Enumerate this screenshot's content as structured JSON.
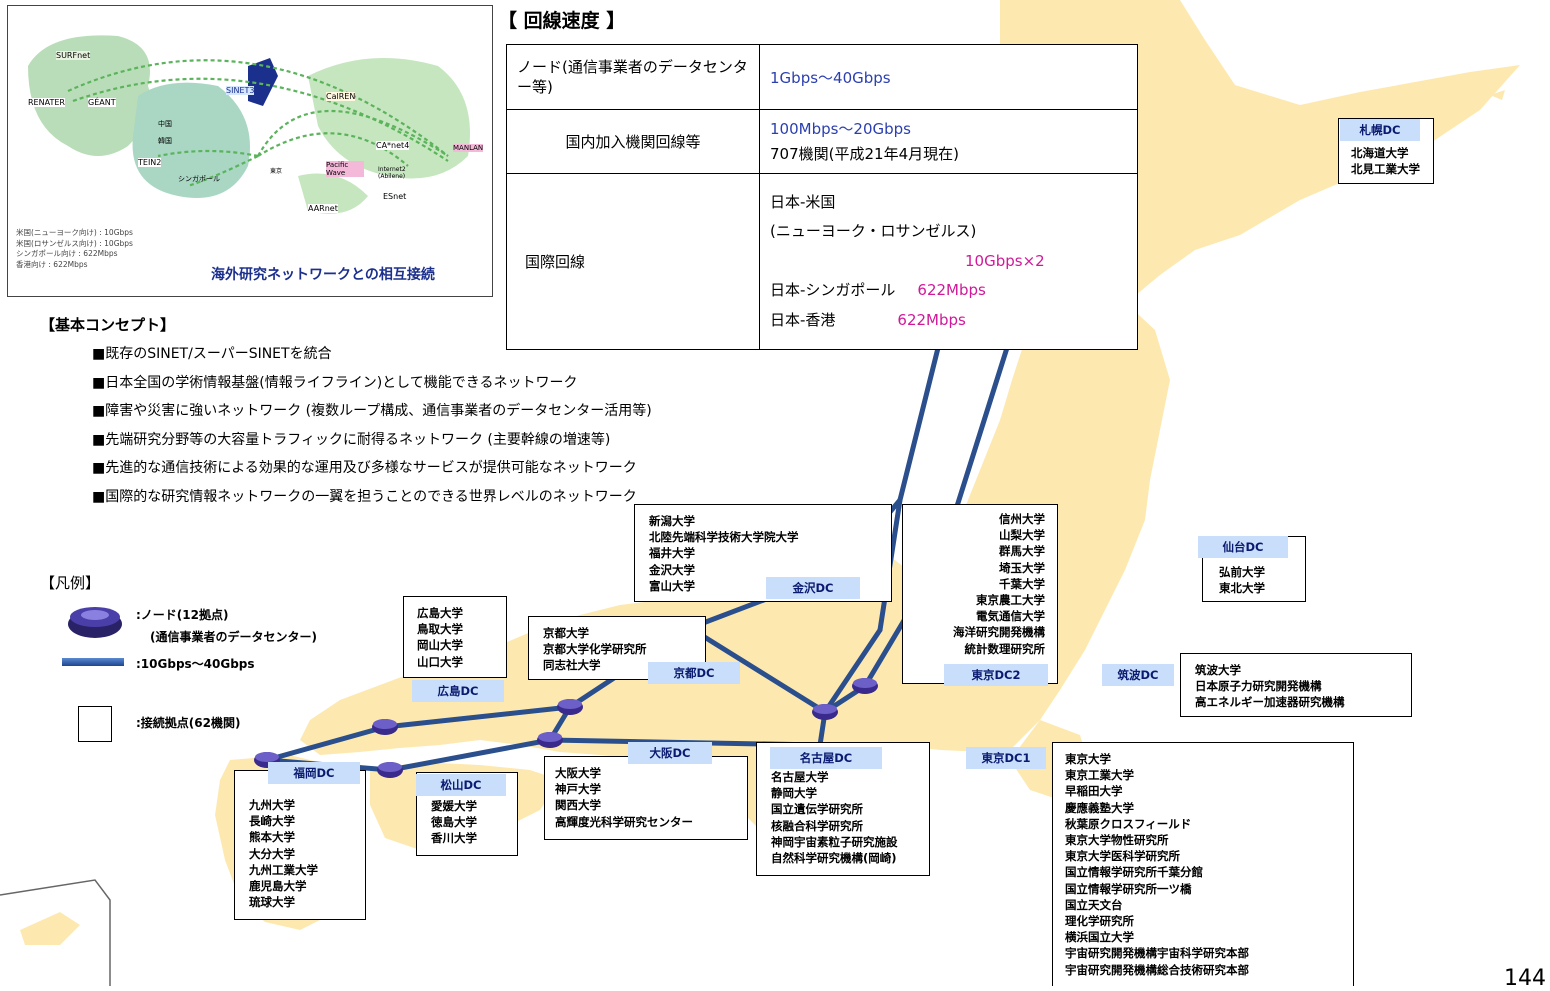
{
  "inset": {
    "labels": [
      "SURFnet",
      "RENATER",
      "GÉANT",
      "SINET3",
      "CalREN",
      "中国",
      "韓国",
      "TEIN2",
      "シンガポール",
      "東京",
      "CA*net4",
      "MANLAN",
      "Pacific Wave",
      "Internet2 (Abilene)",
      "AARnet",
      "ESnet"
    ],
    "link_speeds": [
      "米国(ニューヨーク向け) : 10Gbps",
      "米国(ロサンゼルス向け) : 10Gbps",
      "シンガポール向け : 622Mbps",
      "香港向け : 622Mbps"
    ],
    "caption": "海外研究ネットワークとの相互接続"
  },
  "speed": {
    "title": "【 回線速度 】",
    "rows": [
      {
        "label": "ノード(通信事業者のデータセンター等)",
        "value_lines": [
          "1Gbps〜40Gbps"
        ]
      },
      {
        "label": "国内加入機関回線等",
        "value_lines": [
          "100Mbps〜20Gbps",
          "707機関(平成21年4月現在)"
        ]
      },
      {
        "label": "国際回線",
        "value_lines": [
          "日本-米国",
          "(ニューヨーク・ロサンゼルス)",
          "10Gbps×2",
          "日本-シンガポール",
          "622Mbps",
          "日本-香港",
          "622Mbps"
        ]
      }
    ]
  },
  "concept": {
    "title": "【基本コンセプト】",
    "items": [
      "■既存のSINET/スーパーSINETを統合",
      "■日本全国の学術情報基盤(情報ライフライン)として機能できるネットワーク",
      "■障害や災害に強いネットワーク (複数ループ構成、通信事業者のデータセンター活用等)",
      "■先端研究分野等の大容量トラフィックに耐得るネットワーク (主要幹線の増速等)",
      "■先進的な通信技術による効果的な運用及び多様なサービスが提供可能なネットワーク",
      "■国際的な研究情報ネットワークの一翼を担うことのできる世界レベルのネットワーク"
    ]
  },
  "legend": {
    "title": "【凡例】",
    "node_line1": ":ノード(12拠点)",
    "node_line2": "(通信事業者のデータセンター)",
    "line": ":10Gbps〜40Gbps",
    "site": ":接続拠点(62機関)"
  },
  "dcs": {
    "sapporo": {
      "name": "札幌DC",
      "members": [
        "北海道大学",
        "北見工業大学"
      ]
    },
    "sendai": {
      "name": "仙台DC",
      "members": [
        "弘前大学",
        "東北大学"
      ]
    },
    "tsukuba": {
      "name": "筑波DC",
      "members": [
        "筑波大学",
        "日本原子力研究開発機構",
        "高エネルギー加速器研究機構"
      ]
    },
    "tokyo2": {
      "name": "東京DC2",
      "members": [
        "信州大学",
        "山梨大学",
        "群馬大学",
        "埼玉大学",
        "千葉大学",
        "東京農工大学",
        "電気通信大学",
        "海洋研究開発機構",
        "統計数理研究所"
      ]
    },
    "kanazawa": {
      "name": "金沢DC",
      "members": [
        "新潟大学",
        "北陸先端科学技術大学院大学",
        "福井大学",
        "金沢大学",
        "富山大学"
      ]
    },
    "kyoto": {
      "name": "京都DC",
      "members": [
        "京都大学",
        "京都大学化学研究所",
        "同志社大学"
      ]
    },
    "hiroshima": {
      "name": "広島DC",
      "members": [
        "広島大学",
        "鳥取大学",
        "岡山大学",
        "山口大学"
      ]
    },
    "osaka": {
      "name": "大阪DC",
      "members": [
        "大阪大学",
        "神戸大学",
        "関西大学",
        "高輝度光科学研究センター"
      ]
    },
    "nagoya": {
      "name": "名古屋DC",
      "members": [
        "名古屋大学",
        "静岡大学",
        "国立遺伝学研究所",
        "核融合科学研究所",
        "神岡宇宙素粒子研究施設",
        "自然科学研究機構(岡崎)"
      ]
    },
    "matsuyama": {
      "name": "松山DC",
      "members": [
        "愛媛大学",
        "徳島大学",
        "香川大学"
      ]
    },
    "fukuoka": {
      "name": "福岡DC",
      "members": [
        "九州大学",
        "長崎大学",
        "熊本大学",
        "大分大学",
        "九州工業大学",
        "鹿児島大学",
        "琉球大学"
      ]
    },
    "tokyo1": {
      "name": "東京DC1",
      "members": [
        "東京大学",
        "東京工業大学",
        "早稲田大学",
        "慶應義塾大学",
        "秋葉原クロスフィールド",
        "東京大学物性研究所",
        "東京大学医科学研究所",
        "国立情報学研究所千葉分館",
        "国立情報学研究所一ツ橋",
        "国立天文台",
        "理化学研究所",
        "横浜国立大学",
        "宇宙研究開発機構宇宙科学研究本部",
        "宇宙研究開発機構総合技術研究本部"
      ]
    }
  },
  "page_number": "144"
}
